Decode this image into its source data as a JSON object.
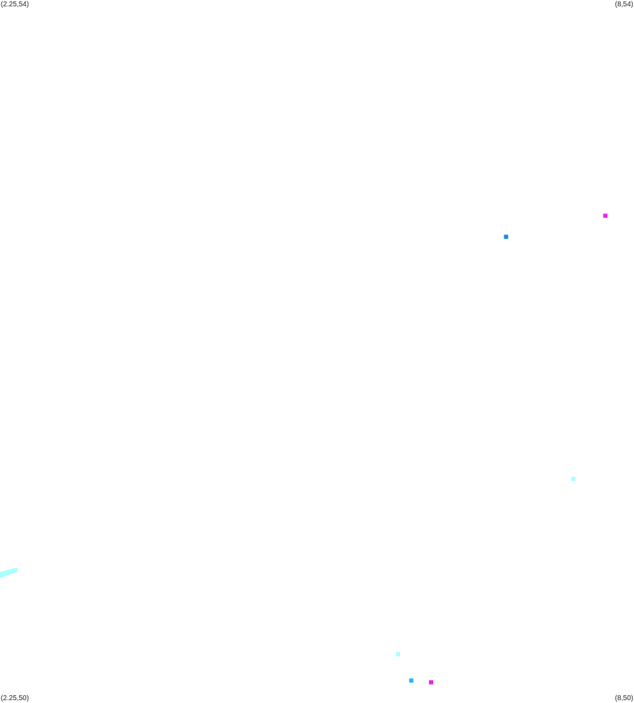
{
  "corner_labels": {
    "top_left": "(2.25,54)",
    "top_right": "(8,54)",
    "bottom_left": "(2.25,50)",
    "bottom_right": "(8,50)"
  },
  "chart_data": {
    "type": "scatter",
    "xlim": [
      2.25,
      8
    ],
    "ylim": [
      50,
      54
    ],
    "grid": false,
    "legend": "none",
    "series": [
      {
        "color": "#aaffff",
        "points": [
          [
            2.25,
            50.72
          ],
          [
            2.255,
            50.72
          ],
          [
            2.26,
            50.725
          ],
          [
            2.265,
            50.725
          ],
          [
            2.27,
            50.725
          ],
          [
            2.275,
            50.73
          ],
          [
            2.28,
            50.73
          ],
          [
            2.29,
            50.73
          ],
          [
            2.3,
            50.73
          ],
          [
            2.31,
            50.735
          ],
          [
            2.32,
            50.735
          ],
          [
            2.33,
            50.74
          ],
          [
            2.35,
            50.74
          ],
          [
            2.37,
            50.745
          ],
          [
            2.39,
            50.75
          ],
          [
            7.45,
            51.27
          ],
          [
            5.86,
            50.27
          ]
        ]
      },
      {
        "color": "#1e88e5",
        "points": [
          [
            6.84,
            52.65
          ]
        ]
      },
      {
        "color": "#29b6f6",
        "points": [
          [
            5.98,
            50.12
          ]
        ]
      },
      {
        "color": "#ee22ee",
        "points": [
          [
            7.74,
            52.77
          ],
          [
            6.16,
            50.11
          ]
        ]
      }
    ]
  }
}
